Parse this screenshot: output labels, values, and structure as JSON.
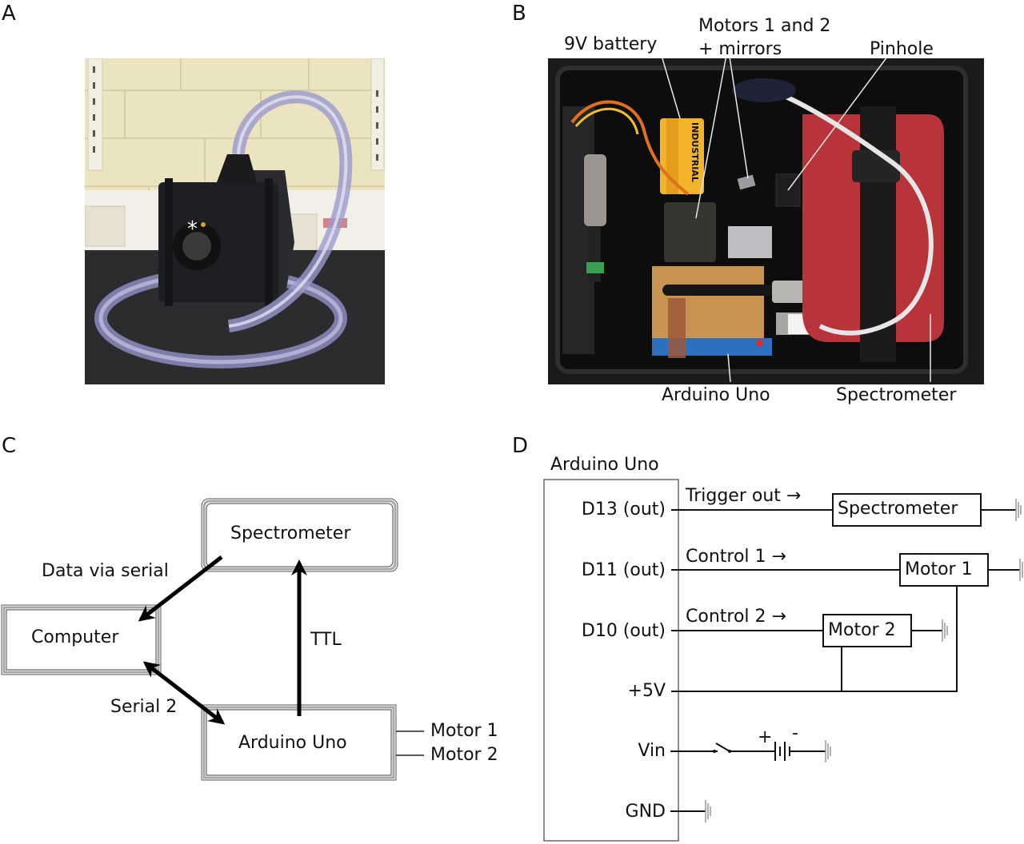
{
  "figure": {
    "panels": {
      "a": {
        "label": "A",
        "photo": {
          "subject": "black hard case with lens port and clear tubing",
          "marker": "*"
        }
      },
      "b": {
        "label": "B",
        "annotations": {
          "battery": "9V battery",
          "motors_line1": "Motors 1 and 2",
          "motors_line2": "+ mirrors",
          "pinhole": "Pinhole",
          "arduino": "Arduino Uno",
          "spectrometer": "Spectrometer"
        },
        "battery_print": "INDUSTRIAL"
      },
      "c": {
        "label": "C",
        "nodes": {
          "spectrometer": "Spectrometer",
          "computer": "Computer",
          "arduino": "Arduino Uno"
        },
        "edges": {
          "data": "Data via serial",
          "ttl": "TTL",
          "serial2": "Serial 2"
        },
        "outputs": [
          "Motor 1",
          "Motor 2"
        ]
      },
      "d": {
        "label": "D",
        "board_title": "Arduino Uno",
        "pins": [
          "D13 (out)",
          "D11 (out)",
          "D10 (out)",
          "+5V",
          "Vin",
          "GND"
        ],
        "signals": {
          "trigger": "Trigger out →",
          "control1": "Control 1 →",
          "control2": "Control 2 →"
        },
        "devices": {
          "spectrometer": "Spectrometer",
          "motor1": "Motor 1",
          "motor2": "Motor 2"
        },
        "battery": {
          "plus": "+",
          "minus": "-"
        }
      }
    },
    "colors": {
      "line": "#111111",
      "box_border_gray": "#9a9a9a",
      "ground_gray": "#a0a0a0",
      "spectrometer_red": "#b8333a",
      "battery_yellow": "#f2b42a",
      "wall_cream": "#ece4c0",
      "tube_lavender": "#8d8cc0"
    }
  }
}
